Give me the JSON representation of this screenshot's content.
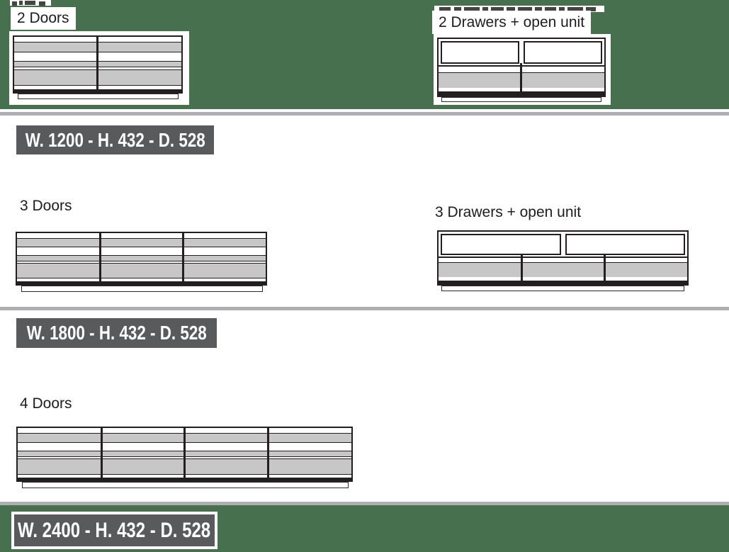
{
  "palette": {
    "page_green": "#47704F",
    "separator_gray": "#AFAFB3",
    "badge_background": "#595A5C",
    "badge_text": "#FFFFFF",
    "drawing_panel_gray": "#C7C7C7",
    "drawing_line": "#231F20",
    "title_text": "#1D1D1B"
  },
  "sections": [
    {
      "dimension_label": "W. 1200 - H. 432 - D. 528",
      "items": [
        {
          "title": "2 Doors"
        },
        {
          "title": "2 Drawers + open unit"
        }
      ]
    },
    {
      "dimension_label": "W. 1800 - H. 432 - D. 528",
      "items": [
        {
          "title": "3 Doors"
        },
        {
          "title": "3 Drawers + open unit"
        }
      ]
    },
    {
      "dimension_label": "W. 2400 - H. 432 - D. 528",
      "items": [
        {
          "title": "4 Doors"
        }
      ]
    }
  ]
}
